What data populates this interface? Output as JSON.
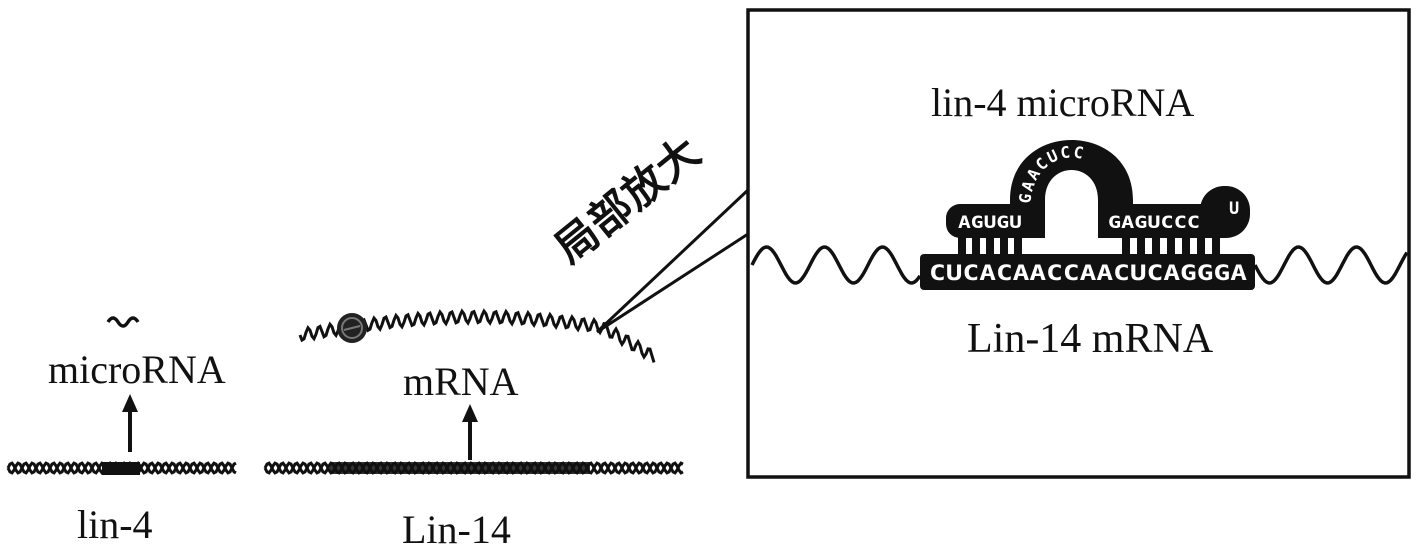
{
  "labels": {
    "microrna": "microRNA",
    "lin4_gene": "lin-4",
    "mrna": "mRNA",
    "lin14_gene": "Lin-14",
    "zoom": "局部放大",
    "zoom_microrna": "lin-4 microRNA",
    "zoom_mrna": "Lin-14 mRNA"
  },
  "sequences": {
    "mrna_segment": "CUCACAACCAACUCAGGGA",
    "mirna_left": "AGUGU",
    "mirna_loop": "GAACUCC",
    "mirna_right": "GAGUCCC",
    "mirna_tail": "U"
  },
  "colors": {
    "ink": "#111111",
    "background": "#ffffff"
  }
}
